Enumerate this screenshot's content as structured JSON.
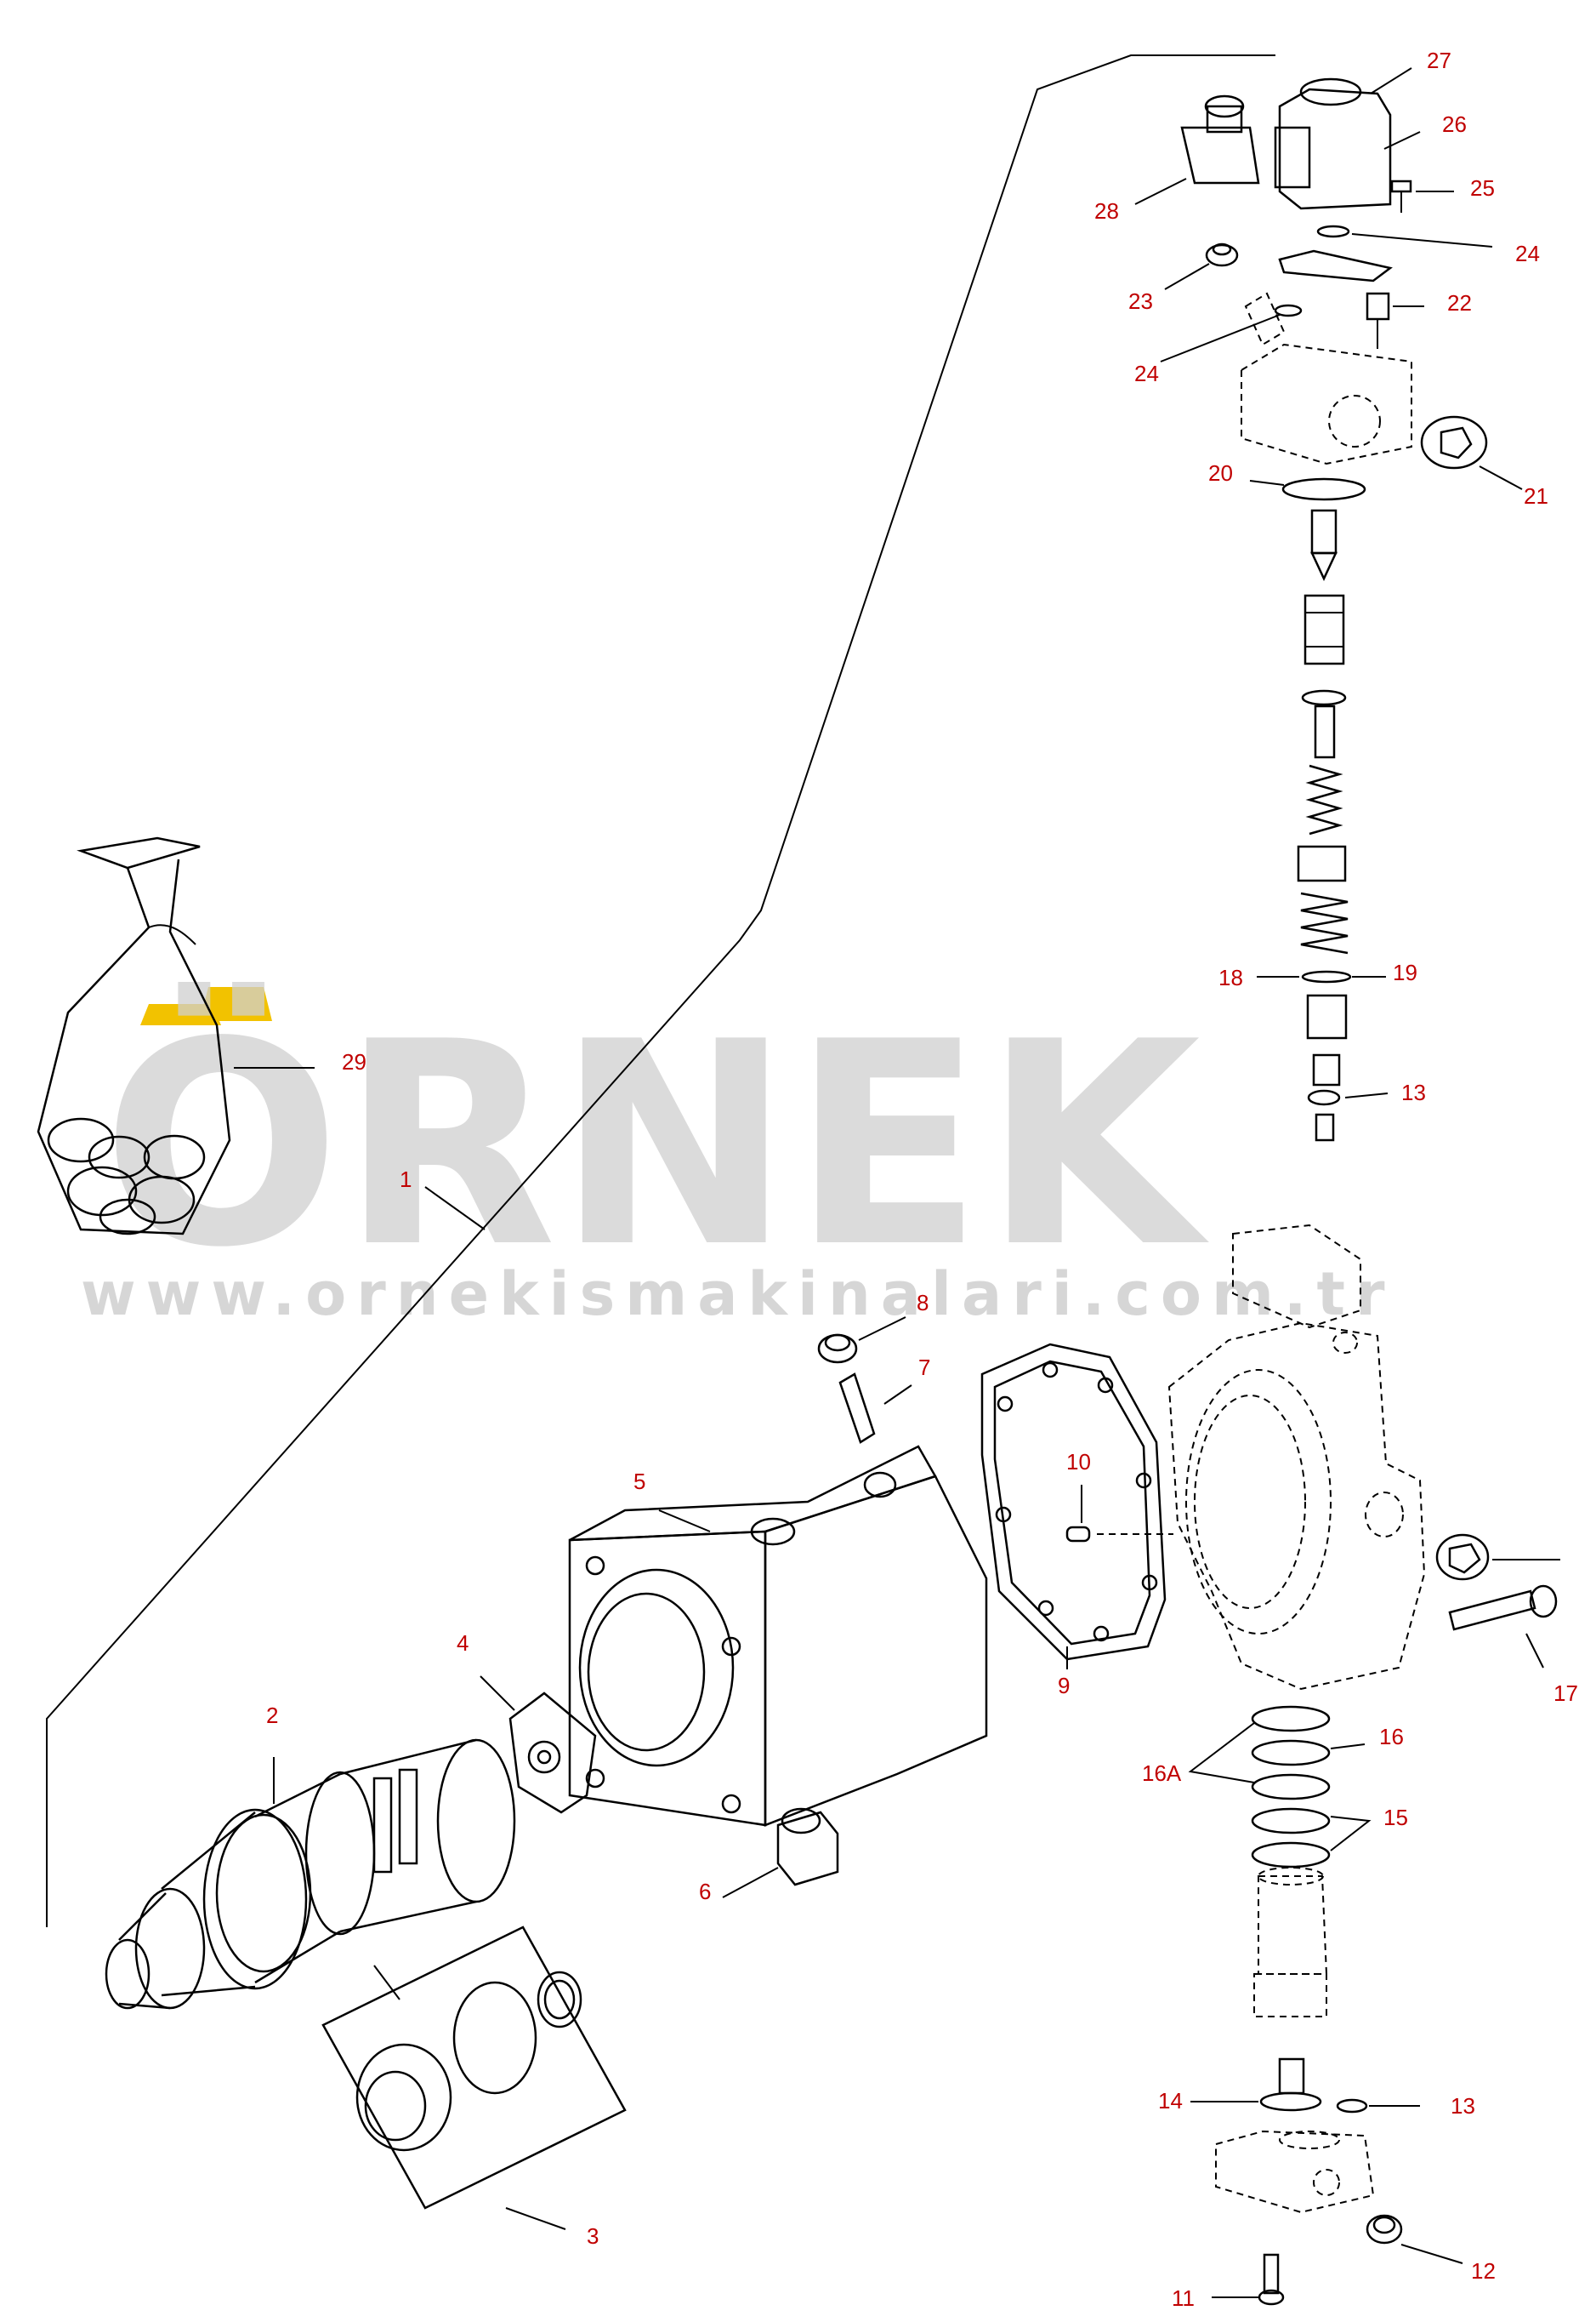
{
  "watermark": {
    "brand": "ÖRNEK",
    "url": "www.ornekismakinalari.com.tr",
    "brand_color": "#cfcfcf",
    "accent_color": "#f2c200"
  },
  "callouts": [
    {
      "id": "c1",
      "text": "1"
    },
    {
      "id": "c2",
      "text": "2"
    },
    {
      "id": "c3",
      "text": "3"
    },
    {
      "id": "c4",
      "text": "4"
    },
    {
      "id": "c5",
      "text": "5"
    },
    {
      "id": "c6",
      "text": "6"
    },
    {
      "id": "c7",
      "text": "7"
    },
    {
      "id": "c8",
      "text": "8"
    },
    {
      "id": "c9",
      "text": "9"
    },
    {
      "id": "c10",
      "text": "10"
    },
    {
      "id": "c11",
      "text": "11"
    },
    {
      "id": "c12",
      "text": "12"
    },
    {
      "id": "c13a",
      "text": "13"
    },
    {
      "id": "c13b",
      "text": "13"
    },
    {
      "id": "c14",
      "text": "14"
    },
    {
      "id": "c15",
      "text": "15"
    },
    {
      "id": "c16",
      "text": "16"
    },
    {
      "id": "c16a",
      "text": "16A"
    },
    {
      "id": "c17",
      "text": "17"
    },
    {
      "id": "c18",
      "text": "18"
    },
    {
      "id": "c19",
      "text": "19"
    },
    {
      "id": "c20",
      "text": "20"
    },
    {
      "id": "c21",
      "text": "21"
    },
    {
      "id": "c22",
      "text": "22"
    },
    {
      "id": "c23",
      "text": "23"
    },
    {
      "id": "c24a",
      "text": "24"
    },
    {
      "id": "c24b",
      "text": "24"
    },
    {
      "id": "c25",
      "text": "25"
    },
    {
      "id": "c26",
      "text": "26"
    },
    {
      "id": "c27",
      "text": "27"
    },
    {
      "id": "c28",
      "text": "28"
    },
    {
      "id": "c29",
      "text": "29"
    }
  ],
  "label_color": "#c00000"
}
